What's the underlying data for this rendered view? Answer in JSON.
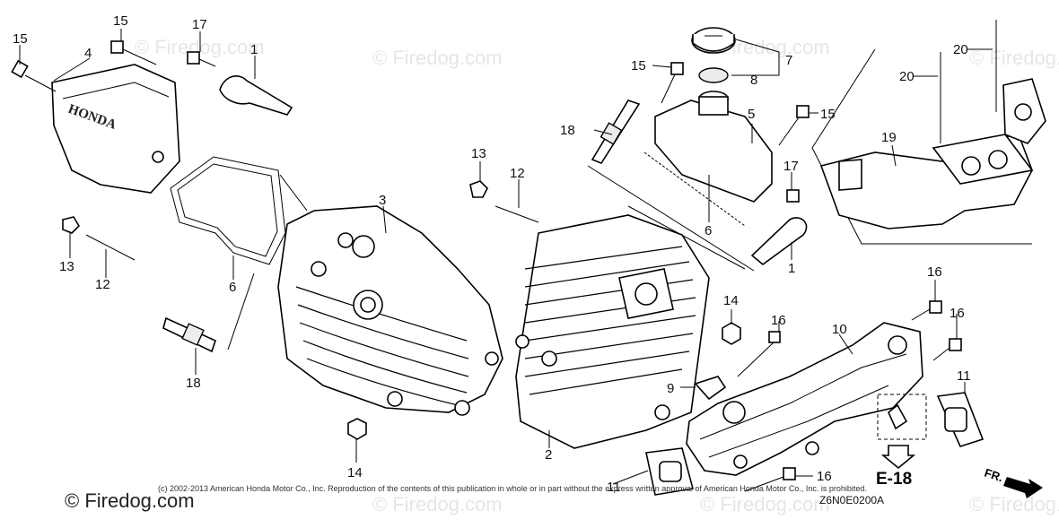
{
  "watermark": "© Firedog.com",
  "brand_footer": "© Firedog.com",
  "copyright": "(c) 2002-2013 American Honda Motor Co., Inc. Reproduction of the contents of this publication in whole or in part without the express written approval of American Honda Motor Co., Inc. is prohibited.",
  "diagram_code": "Z6N0E0200A",
  "reference_label": "E-18",
  "direction_label": "FR.",
  "cover_text": "HONDA",
  "callouts": {
    "c15a": "15",
    "c15b": "15",
    "c17a": "17",
    "c1a": "1",
    "c4": "4",
    "c3": "3",
    "c13a": "13",
    "c12a": "12",
    "c6a": "6",
    "c18a": "18",
    "c14a": "14",
    "c2": "2",
    "c11a": "11",
    "c13b": "13",
    "c12b": "12",
    "c14b": "14",
    "c18b": "18",
    "c15c": "15",
    "c7": "7",
    "c8": "8",
    "c5": "5",
    "c15d": "15",
    "c6b": "6",
    "c17b": "17",
    "c1b": "1",
    "c20a": "20",
    "c20b": "20",
    "c19": "19",
    "c16a": "16",
    "c16b": "16",
    "c16c": "16",
    "c10": "10",
    "c9": "9",
    "c11b": "11",
    "c16d": "16"
  }
}
